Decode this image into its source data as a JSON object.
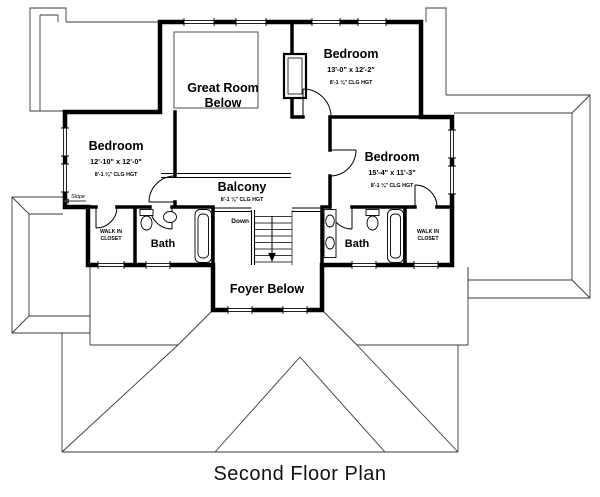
{
  "title": "Second Floor Plan",
  "rooms": {
    "great_room": {
      "line1": "Great Room",
      "line2": "Below"
    },
    "bedroom_top": {
      "name": "Bedroom",
      "dims": "13'-0\" x 12'-2\"",
      "clg": "8'-1 ⅛\" CLG HGT"
    },
    "bedroom_left": {
      "name": "Bedroom",
      "dims": "12'-10\" x 12'-0\"",
      "clg": "8'-1 ⅛\" CLG HGT"
    },
    "bedroom_right": {
      "name": "Bedroom",
      "dims": "15'-4\" x 11'-3\"",
      "clg": "8'-1 ⅛\" CLG HGT"
    },
    "balcony": {
      "name": "Balcony",
      "clg": "8'-1 ⅛\" CLG HGT"
    },
    "bath_left": {
      "name": "Bath"
    },
    "bath_right": {
      "name": "Bath"
    },
    "closet_left": {
      "line1": "WALK IN",
      "line2": "CLOSET"
    },
    "closet_right": {
      "line1": "WALK IN",
      "line2": "CLOSET"
    },
    "foyer": {
      "name": "Foyer Below"
    },
    "stairs": {
      "label": "Down"
    },
    "slope": {
      "label": "Slope"
    }
  },
  "colors": {
    "wall": "#000000",
    "roof_line": "#3a3a3a",
    "background": "#ffffff"
  }
}
